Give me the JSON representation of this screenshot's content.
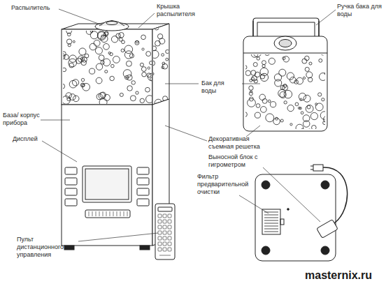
{
  "diagram": {
    "labels": [
      "Распылитель",
      "Крышка распылителя",
      "Ручка бака для воды",
      "Бак для воды",
      "Декоративная съемная решетка",
      "Выносной блок с гигрометром",
      "Дисплей",
      "База/ корпус прибора",
      "Фильтр предварительной очистки",
      "Пульт дистанционного управления",
      "masternix.ru"
    ]
  }
}
